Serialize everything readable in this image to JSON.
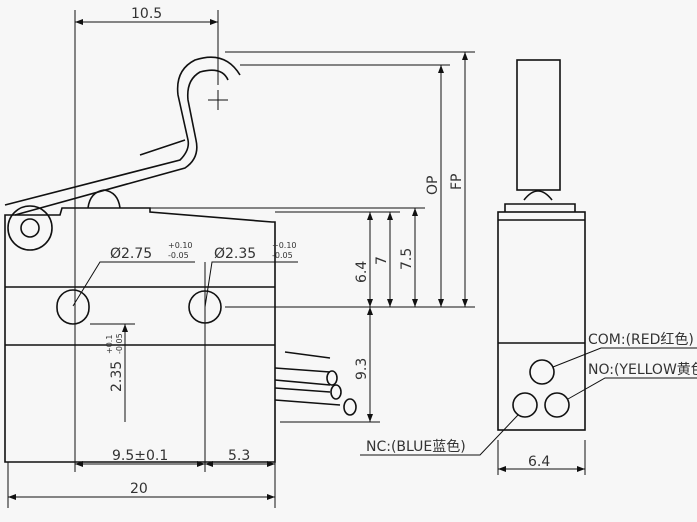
{
  "dimensions": {
    "lever_offset": "10.5",
    "op": "OP",
    "fp": "FP",
    "hole1": {
      "dia": "Ø2.75",
      "tol_plus": "+0.10",
      "tol_minus": "-0.05"
    },
    "hole2": {
      "dia": "Ø2.35",
      "tol_plus": "+0.10",
      "tol_minus": "-0.05"
    },
    "h_6_4": "6.4",
    "h_7": "7",
    "h_7_5": "7.5",
    "h_9_3": "9.3",
    "hole_v": {
      "value": "2.35",
      "tol_plus": "+0.1",
      "tol_minus": "-0.05"
    },
    "pitch": "9.5±0.1",
    "edge": "5.3",
    "length": "20",
    "side_width": "6.4"
  },
  "wires": {
    "nc": "NC:(BLUE蓝色)",
    "com": "COM:(RED红色)",
    "no": "NO:(YELLOW黄色)"
  }
}
